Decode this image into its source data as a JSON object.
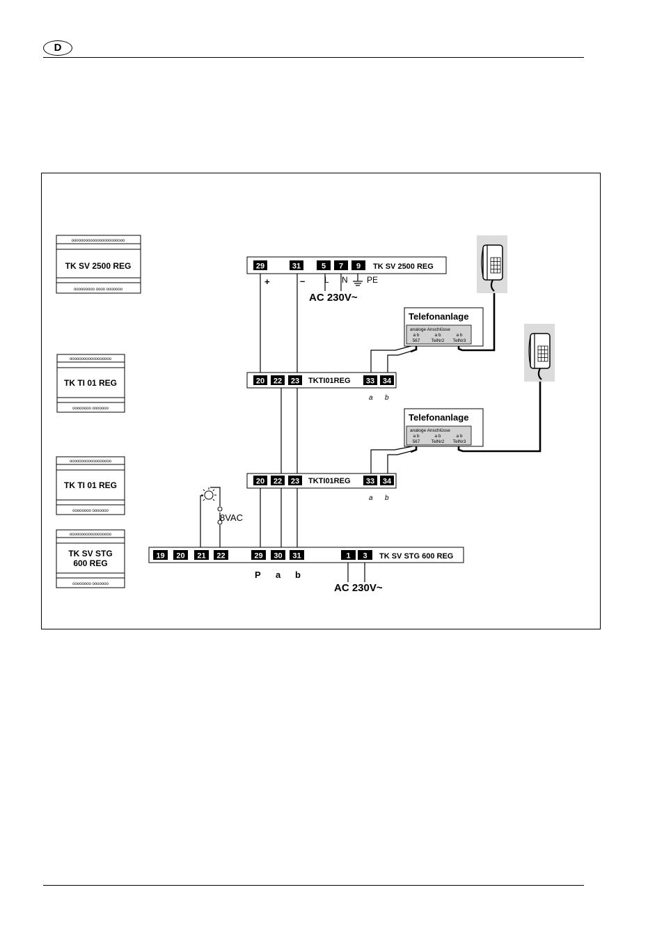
{
  "header": {
    "language_badge": "D"
  },
  "modules": {
    "m1": {
      "label": "TK SV 2500 REG"
    },
    "m2": {
      "label": "TK TI 01 REG"
    },
    "m3": {
      "label": "TK TI 01 REG"
    },
    "m4": {
      "label_line1": "TK SV STG",
      "label_line2": "600 REG"
    }
  },
  "dots": {
    "m1_top": "ooooooooooooooooooooooo",
    "m1_bottom": "ooooooooo oooo ooooooo",
    "m2_top": "oooooooooooooooooo",
    "m2_bottom": "oooooooo ooooooo",
    "m3_top": "oooooooooooooooooo",
    "m3_bottom": "oooooooo ooooooo",
    "m4_top": "oooooooooooooooooo",
    "m4_bottom": "oooooooo ooooooo"
  },
  "supply": {
    "name": "TK SV 2500 REG",
    "terminals": [
      "29",
      "31",
      "5",
      "7",
      "9"
    ],
    "plus": "+",
    "minus": "–",
    "L": "L",
    "N": "N",
    "PE": "PE",
    "ac": "AC 230V~"
  },
  "ti_upper": {
    "name": "TKTI01REG",
    "terminals": [
      "20",
      "22",
      "23",
      "33",
      "34"
    ],
    "a": "a",
    "b": "b"
  },
  "ti_lower": {
    "name": "TKTI01REG",
    "terminals": [
      "20",
      "22",
      "23",
      "33",
      "34"
    ],
    "a": "a",
    "b": "b"
  },
  "pbx_upper": {
    "title": "Telefonanlage",
    "sub": "analoge Anschlüsse",
    "ab1": "a b",
    "ab2": "a b",
    "ab3": "a b",
    "t1": "567",
    "t2": "TelNr2",
    "t3": "TelNr3"
  },
  "pbx_lower": {
    "title": "Telefonanlage",
    "sub": "analoge Anschlüsse",
    "ab1": "a b",
    "ab2": "a b",
    "ab3": "a b",
    "t1": "567",
    "t2": "TelNr2",
    "t3": "TelNr3"
  },
  "controller": {
    "name": "TK SV STG 600 REG",
    "terminals": [
      "19",
      "20",
      "21",
      "22",
      "29",
      "30",
      "31",
      "1",
      "3"
    ],
    "P": "P",
    "a": "a",
    "b": "b",
    "ac": "AC 230V~"
  },
  "lamp": {
    "voltage": "8VAC"
  }
}
